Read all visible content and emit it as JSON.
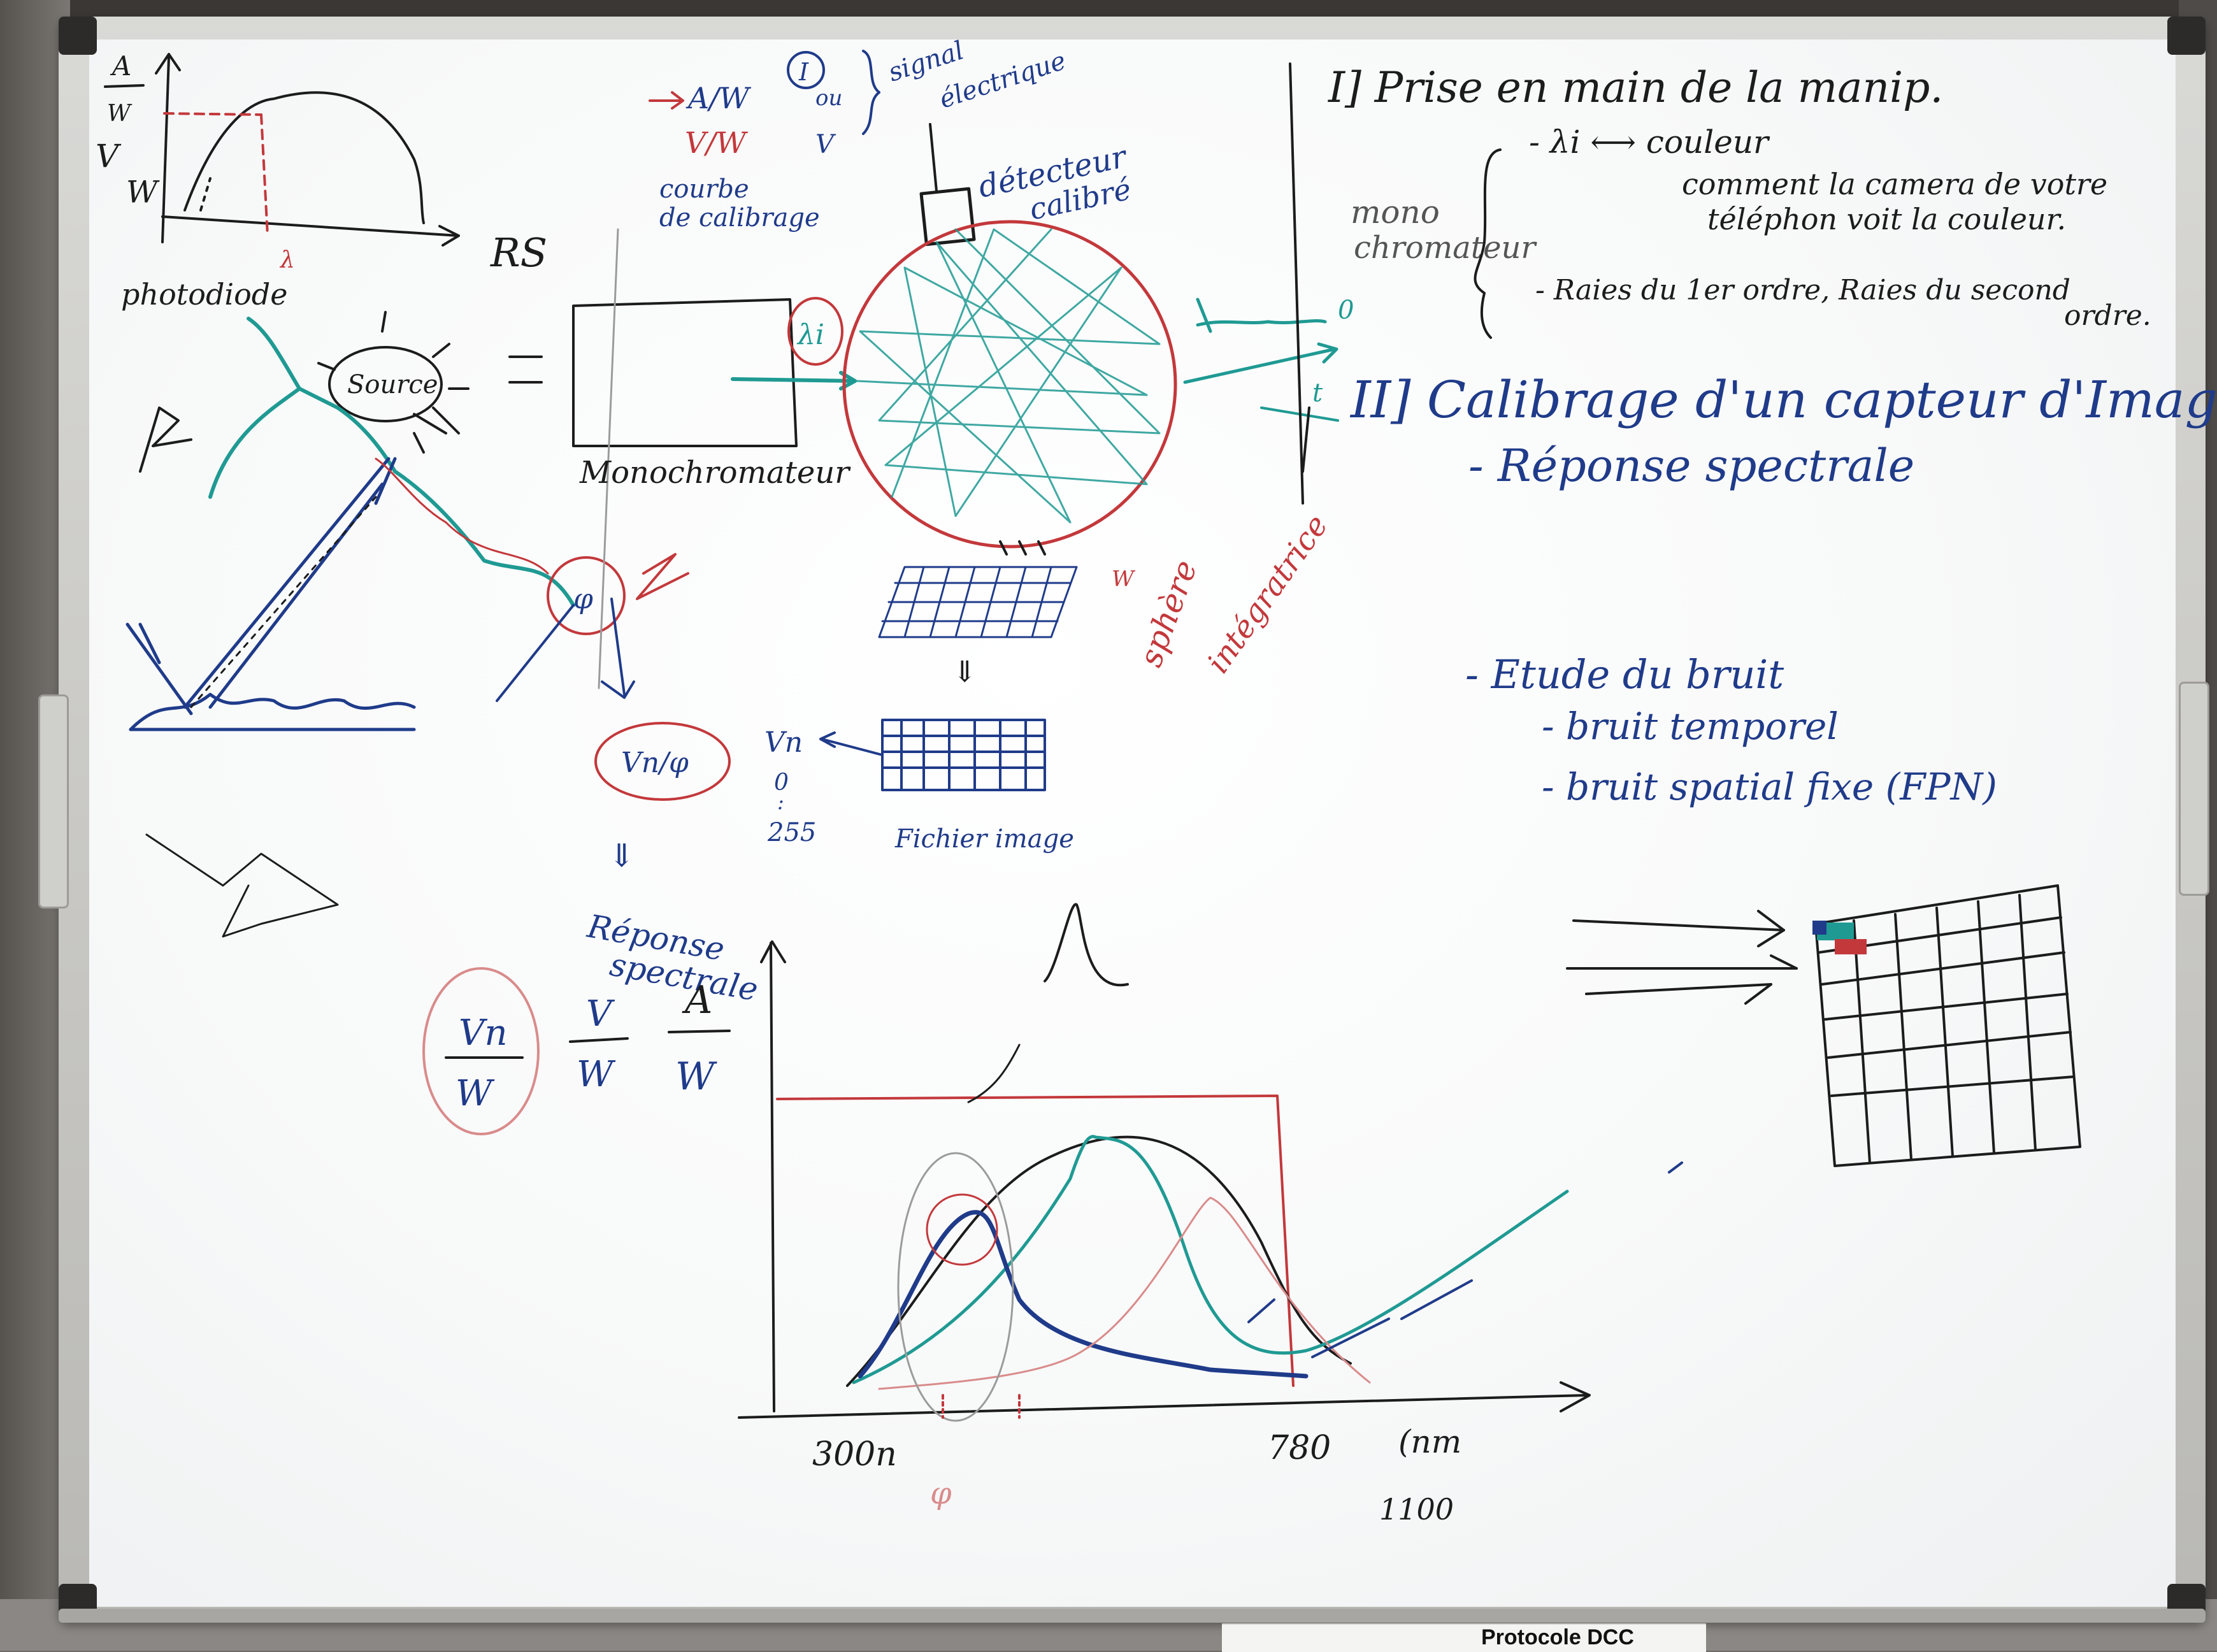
{
  "sticker": {
    "text": "Protocole DCC"
  },
  "colors": {
    "black": "#1c1c1c",
    "blue": "#1f3b8a",
    "teal": "#1f9a93",
    "red": "#c3383b",
    "pink": "#d98b8b",
    "grey": "#9b9b9b"
  },
  "left": {
    "axis_top": "A",
    "axis_top_unit": "W",
    "axis_mid": "V",
    "axis_mid_unit": "W",
    "rs": "RS",
    "photodiode": "photodiode",
    "source": "Source"
  },
  "calib": {
    "aw": "A/W",
    "or": "ou",
    "vw": "V/W",
    "v": "V",
    "one": "I",
    "signal": "signal",
    "electrique": "électrique",
    "courbe1": "courbe",
    "courbe2": "de calibrage",
    "det1": "détecteur",
    "det2": "calibré",
    "lambda": "λi",
    "mono": "Monochromateur",
    "sphere1": "sphère",
    "sphere2": "intégratrice",
    "wsmall": "W",
    "t": "t",
    "zero": "0"
  },
  "mid": {
    "vn_phi": "Vn/φ",
    "vn": "Vn",
    "zero": "0",
    "dots": ":",
    "val255": "255",
    "fichier": "Fichier image",
    "arrows": "⇓",
    "reponse1": "Réponse",
    "reponse2": "spectrale"
  },
  "units": {
    "vn": "Vn",
    "w": "W",
    "v": "V",
    "a": "A"
  },
  "graph": {
    "x1": "300n",
    "x2": "780",
    "nm": "(nm",
    "x3": "1100",
    "phi": "φ"
  },
  "right": {
    "title1": "I] Prise en main de la manip.",
    "item1a": "- λi ⟷ couleur",
    "item1b": "comment la camera de votre",
    "item1c": "téléphon voit la couleur.",
    "mono1": "mono",
    "mono2": "chromateur",
    "item2": "- Raies du 1er ordre, Raies du second",
    "item2b": "ordre.",
    "title2": "II] Calibrage d'un capteur d'Image",
    "sub1": "- Réponse spectrale",
    "noise": "- Etude du bruit",
    "noise1": "- bruit temporel",
    "noise2": "- bruit spatial fixe (FPN)"
  }
}
